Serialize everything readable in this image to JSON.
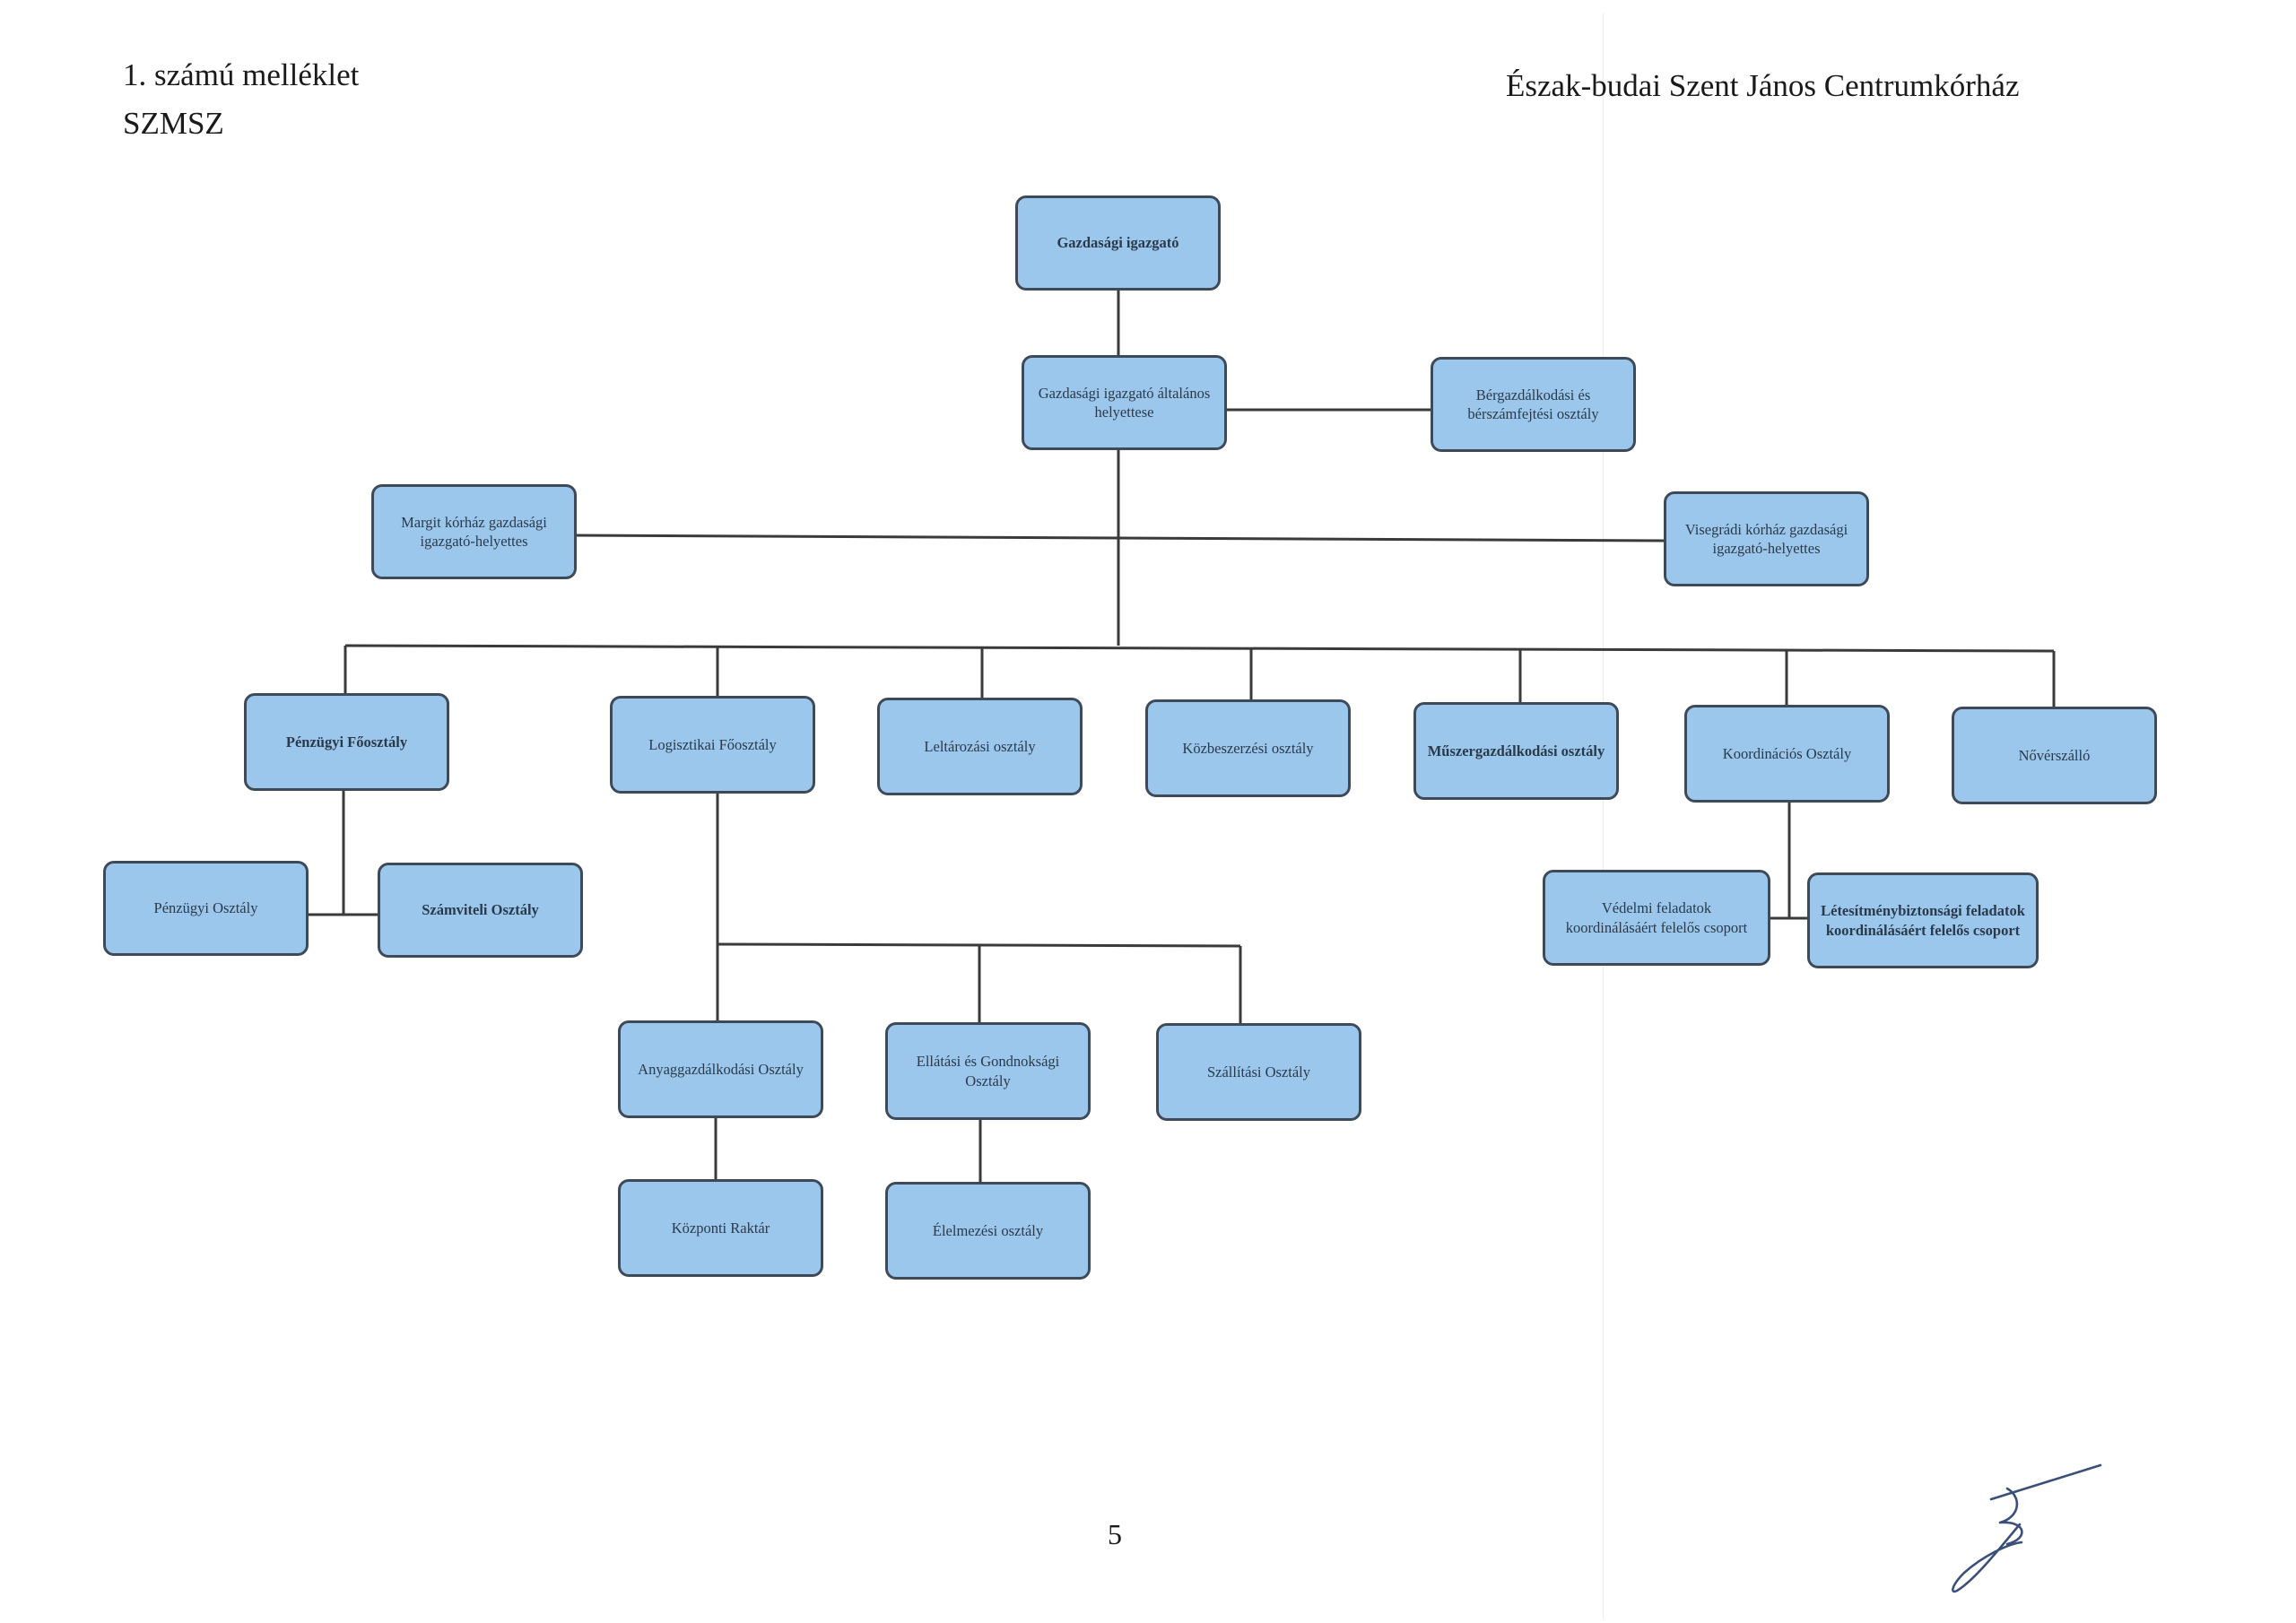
{
  "header": {
    "annex": "1. számú melléklet",
    "document": "SZMSZ",
    "hospital": "Észak-budai Szent János Centrumkórház"
  },
  "page_number": "5",
  "colors": {
    "box_fill": "#9cc7ec",
    "box_border": "#3f4a59",
    "connector": "#3a3a3a"
  },
  "org": {
    "gazdasagi_igazgato": "Gazdasági igazgató",
    "altalanos_helyettes": "Gazdasági igazgató általános helyettese",
    "berg_osztaly": "Bérgazdálkodási és bérszámfejtési osztály",
    "margit_helyettes": "Margit kórház gazdasági igazgató-helyettes",
    "visegradi_helyettes": "Visegrádi kórház gazdasági igazgató-helyettes",
    "penzugyi_foosztaly": "Pénzügyi Főosztály",
    "logisztikai_foosztaly": "Logisztikai Főosztály",
    "leltarozasi": "Leltározási osztály",
    "kozbeszerzesi": "Közbeszerzési osztály",
    "muszergazdalkodasi": "Műszergazdálkodási osztály",
    "koordinacios": "Koordinációs Osztály",
    "noverszallo": "Nővérszálló",
    "penzugyi_osztaly": "Pénzügyi Osztály",
    "szamviteli": "Számviteli Osztály",
    "vedelmi": "Védelmi feladatok koordinálásáért felelős csoport",
    "letesitmeny": "Létesítménybiztonsági feladatok koordinálásáért felelős csoport",
    "anyaggazdalkodasi": "Anyaggazdálkodási Osztály",
    "ellatasi": "Ellátási és Gondnoksági Osztály",
    "szallitasi": "Szállítási Osztály",
    "kozponti_raktar": "Központi Raktár",
    "elelmezesi": "Élelmezési osztály"
  }
}
